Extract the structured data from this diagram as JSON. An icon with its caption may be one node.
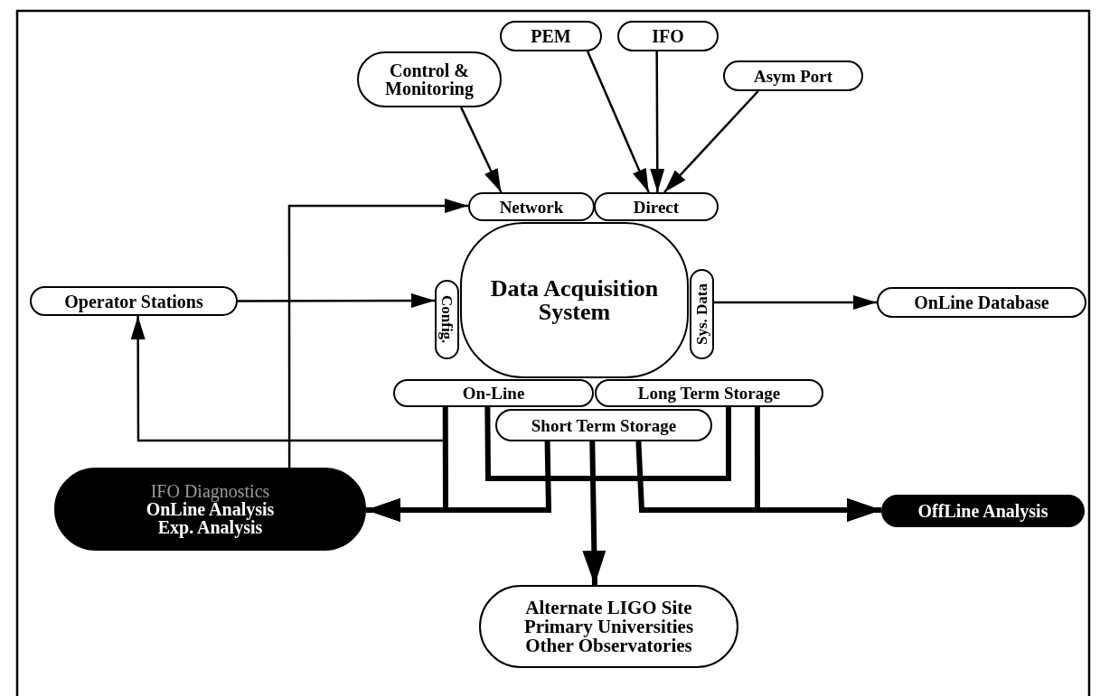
{
  "diagram": {
    "nodes": [
      {
        "text": [
          "Control & Monitoring"
        ]
      },
      {
        "text": [
          "PEM"
        ]
      },
      {
        "text": [
          "IFO"
        ]
      },
      {
        "text": [
          "Asym Port"
        ]
      },
      {
        "text": [
          "Network"
        ]
      },
      {
        "text": [
          "Direct"
        ]
      },
      {
        "text": [
          "Data Acquisition System"
        ]
      },
      {
        "text": [
          "Config."
        ]
      },
      {
        "text": [
          "Sys. Data"
        ]
      },
      {
        "text": [
          "Operator Stations"
        ]
      },
      {
        "text": [
          "OnLine Database"
        ]
      },
      {
        "text": [
          "On-Line"
        ]
      },
      {
        "text": [
          "Long Term Storage"
        ]
      },
      {
        "text": [
          "Short Term Storage"
        ]
      },
      {
        "text": [
          "IFO Diagnostics",
          "OnLine Analysis",
          "Exp. Analysis"
        ]
      },
      {
        "text": [
          "OffLine Analysis"
        ]
      },
      {
        "text": [
          "Alternate LIGO Site",
          "Primary Universities",
          "Other Observatories"
        ]
      }
    ],
    "edges": [
      {
        "from": 0,
        "to": 4,
        "arrow": "to"
      },
      {
        "from": 1,
        "to": 5,
        "arrow": "to"
      },
      {
        "from": 2,
        "to": 5,
        "arrow": "to"
      },
      {
        "from": 3,
        "to": 5,
        "arrow": "to"
      },
      {
        "from": 9,
        "to": 7,
        "arrow": "to"
      },
      {
        "from": 8,
        "to": 10,
        "arrow": "to"
      },
      {
        "from": 14,
        "to": 4,
        "arrow": "to"
      },
      {
        "from": 11,
        "to": 9,
        "arrow": "to"
      },
      {
        "from": 11,
        "to": 14,
        "arrow": "to",
        "style": "thick"
      },
      {
        "from": 13,
        "to": 14,
        "arrow": "to",
        "style": "thick"
      },
      {
        "from": 13,
        "to": 16,
        "arrow": "to",
        "style": "thick"
      },
      {
        "from": 13,
        "to": 15,
        "arrow": "to",
        "style": "thick"
      },
      {
        "from": 12,
        "to": 15,
        "arrow": "to",
        "style": "thick"
      },
      {
        "from": 11,
        "to": 12,
        "arrow": "none",
        "style": "thick"
      }
    ]
  }
}
